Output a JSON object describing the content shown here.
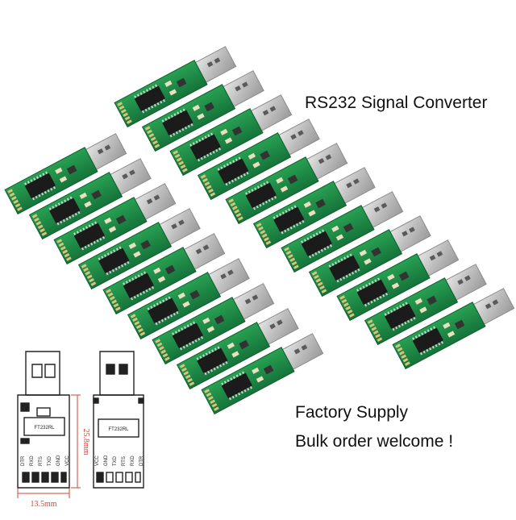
{
  "captions": {
    "title": "RS232 Signal Converter",
    "line1": "Factory Supply",
    "line2": "Bulk order welcome !"
  },
  "dimensions": {
    "height_label": "25.8mm",
    "width_label": "13.5mm"
  },
  "schematic": {
    "chip_text": "FT232RL",
    "pin_labels_left": [
      "DTR",
      "RXD",
      "RTS",
      "TXD",
      "GND",
      "VCC"
    ],
    "pin_labels_right": [
      "VCC",
      "GND",
      "TXD",
      "RTS",
      "RXD",
      "DTR"
    ]
  },
  "colors": {
    "pcb_green": "#1f8a45",
    "pcb_dark": "#0f5e2c",
    "usb_metal": "#c9c9c9",
    "chip_black": "#1b1b1b",
    "dimension_red": "#d0463a"
  },
  "boards": {
    "back_row_count": 11,
    "front_row_count": 9
  }
}
